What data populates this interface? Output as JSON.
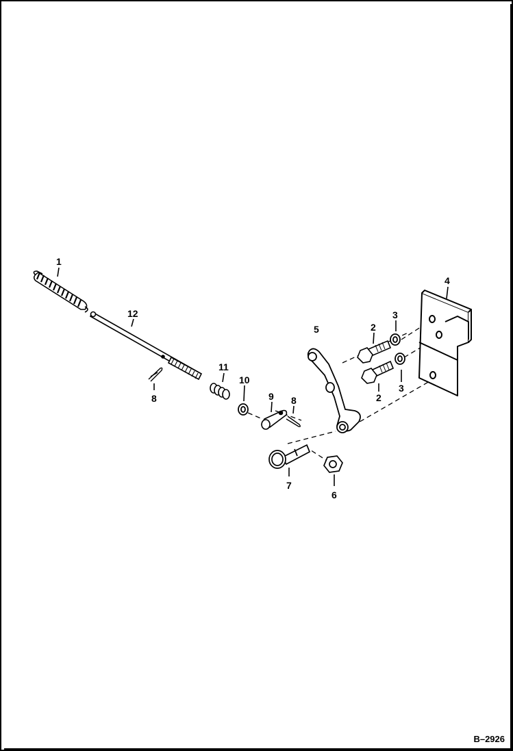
{
  "figure_code": "B–2926",
  "callouts": {
    "c1": "1",
    "c12": "12",
    "c8a": "8",
    "c11": "11",
    "c10": "10",
    "c9": "9",
    "c8b": "8",
    "c7": "7",
    "c6": "6",
    "c5": "5",
    "c2a": "2",
    "c3a": "3",
    "c2b": "2",
    "c3b": "3",
    "c4": "4"
  }
}
